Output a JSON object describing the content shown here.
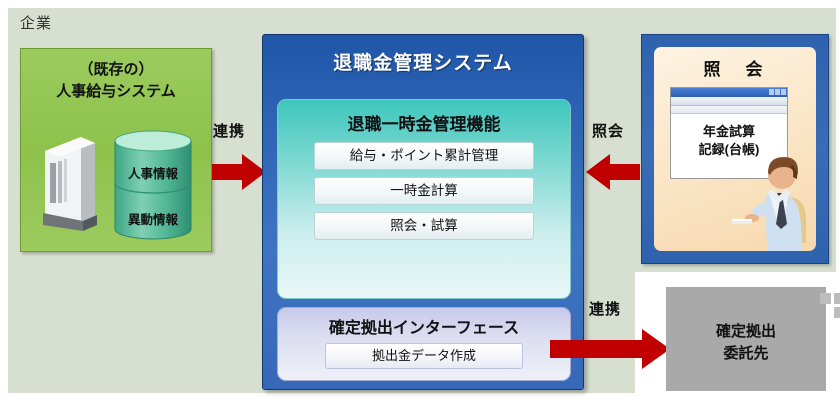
{
  "diagram": {
    "panel_label": "企業",
    "colors": {
      "panel_bg": "#d7dfd0",
      "legacy_green": "#8dc24c",
      "system_blue": "#2d62b4",
      "function_teal": "#7fd9d2",
      "interface_lavender": "#c7c9ea",
      "inquiry_cream": "#fbe6c8",
      "outsourcer_gray": "#a9a9a9",
      "arrow_red": "#c00000"
    }
  },
  "legacy_system": {
    "title_line1": "（既存の）",
    "title_line2": "人事給与システム",
    "icons": {
      "server": "server-tower-icon",
      "database": "database-cylinder-icon"
    },
    "databases": [
      {
        "label": "人事情報"
      },
      {
        "label": "異動情報"
      }
    ]
  },
  "main_system": {
    "title": "退職金管理システム",
    "lump_sum_module": {
      "title": "退職一時金管理機能",
      "functions": [
        {
          "label": "給与・ポイント累計管理"
        },
        {
          "label": "一時金計算"
        },
        {
          "label": "照会・試算"
        }
      ]
    },
    "dc_interface_module": {
      "title": "確定拠出インターフェース",
      "functions": [
        {
          "label": "拠出金データ作成"
        }
      ]
    }
  },
  "inquiry": {
    "title": "照　会",
    "window": {
      "line1": "年金試算",
      "line2": "記録(台帳)",
      "icon": "browser-window-icon"
    },
    "person_icon": "seated-office-worker-icon"
  },
  "outsourcer": {
    "line1": "確定拠出",
    "line2": "委託先"
  },
  "arrows": [
    {
      "id": "legacy-to-system",
      "label": "連携",
      "direction": "right"
    },
    {
      "id": "inquiry-to-system",
      "label": "照会",
      "direction": "left"
    },
    {
      "id": "system-to-outsourcer",
      "label": "連携",
      "direction": "right"
    }
  ]
}
